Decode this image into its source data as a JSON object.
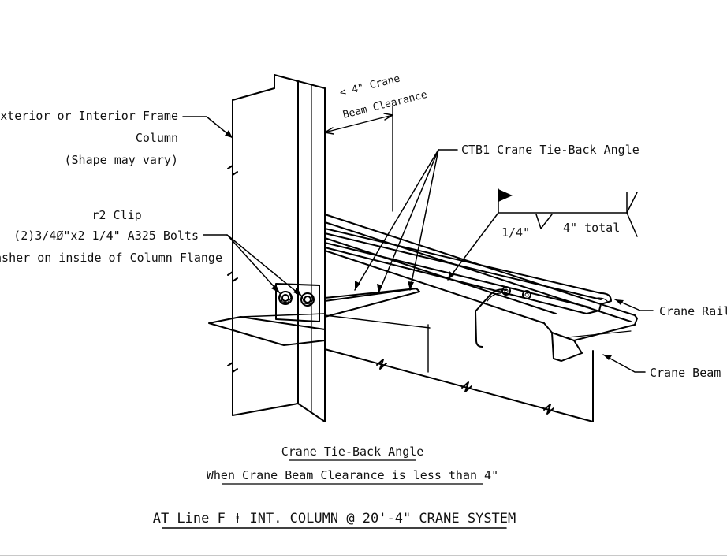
{
  "labels": {
    "column_line1": "Exterior or Interior Frame",
    "column_line2": "Column",
    "column_line3": "(Shape may vary)",
    "clearance_line1": "< 4\" Crane",
    "clearance_line2": "Beam Clearance",
    "ctb1": "CTB1 Crane Tie-Back Angle",
    "clip_line1": "r2 Clip",
    "clip_line2": "(2)3/4Ø\"x2 1/4\" A325 Bolts",
    "clip_line3": "w/ Washer on inside of Column Flange",
    "weld_size": "1/4\"",
    "weld_total": "4\" total",
    "crane_rail": "Crane Rail",
    "crane_beam": "Crane Beam"
  },
  "captions": {
    "line1": "Crane Tie-Back Angle",
    "line2": "When Crane Beam Clearance is less than 4\"",
    "title": "AT Line F ⱡ INT. COLUMN @ 20'-4\" CRANE SYSTEM"
  }
}
